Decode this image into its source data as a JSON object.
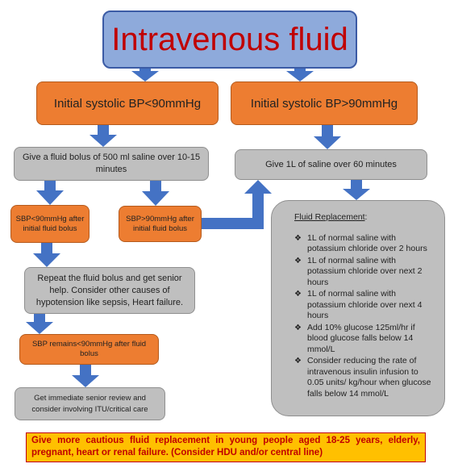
{
  "title": "Intravenous fluid",
  "bp_low": "Initial systolic BP<90mmHg",
  "bp_high": "Initial systolic BP>90mmHg",
  "bolus": "Give a fluid bolus of 500 ml saline over 10-15 minutes",
  "saline_1l": "Give 1L of saline over 60 minutes",
  "sbp_low": "SBP<90mmHg after initial fluid bolus",
  "sbp_high": "SBP>90mmHg after initial fluid bolus",
  "repeat": "Repeat the fluid bolus and get senior help. Consider other causes of hypotension like sepsis, Heart failure.",
  "remains": "SBP remains<90mmHg after fluid bolus",
  "immediate": "Get immediate senior review and consider involving ITU/critical care",
  "fluid_replacement": {
    "heading": "Fluid Replacement",
    "heading_suffix": ":",
    "items": [
      "1L of normal saline with potassium chloride over 2 hours",
      "1L of normal saline with potassium chloride over next 2 hours",
      "1L of normal saline with potassium chloride over next 4 hours",
      "Add 10% glucose 125ml/hr if blood glucose falls below 14 mmol/L",
      "Consider reducing the rate of intravenous insulin infusion to 0.05 units/ kg/hour when glucose falls below 14 mmol/L"
    ]
  },
  "caution": "Give more cautious fluid replacement in young people aged 18-25 years, elderly, pregnant, heart or renal failure. (Consider HDU and/or central line)",
  "colors": {
    "title_fill": "#8eaadb",
    "title_text": "#c00000",
    "orange": "#ed7d31",
    "gray": "#bfbfbf",
    "arrow": "#4472c4",
    "caution_fill": "#ffc000"
  }
}
